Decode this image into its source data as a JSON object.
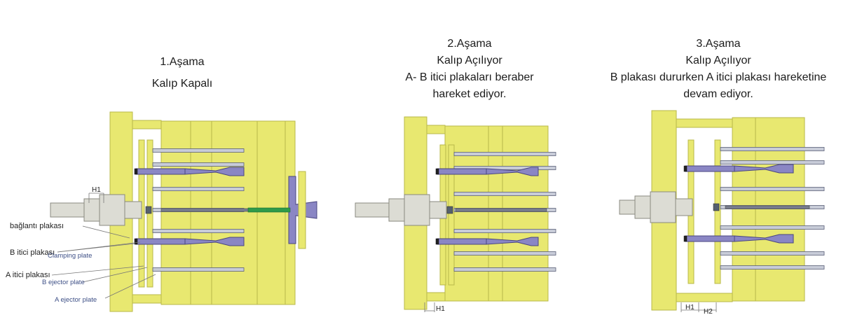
{
  "stages": [
    {
      "lines": [
        "1.Aşama",
        "Kalıp Kapalı"
      ]
    },
    {
      "lines": [
        "2.Aşama",
        "Kalıp Açılıyor",
        "A- B itici plakaları beraber",
        "hareket ediyor."
      ]
    },
    {
      "lines": [
        "3.Aşama",
        "Kalıp Açılıyor",
        "B plakası dururken A itici plakası hareketine",
        "devam ediyor."
      ]
    }
  ],
  "labels": {
    "baglanti": "bağlantı plakası",
    "b_itici": "B itici plakası",
    "a_itici": "A itici plakası",
    "clamping": "Clamping plate",
    "b_ejector": "B ejector plate",
    "a_ejector": "A ejector plate"
  },
  "dimensions": {
    "h1": "H1",
    "h2": "H2"
  },
  "colors": {
    "plate_yellow": "#e8e870",
    "plate_edge": "#b9b84a",
    "steel": "#dcdcd4",
    "ejector_blue": "#8a86c4",
    "ejector_edge": "#4a4680",
    "sprue_green": "#2f9a4a",
    "pin_gray": "#c8ccd8"
  }
}
